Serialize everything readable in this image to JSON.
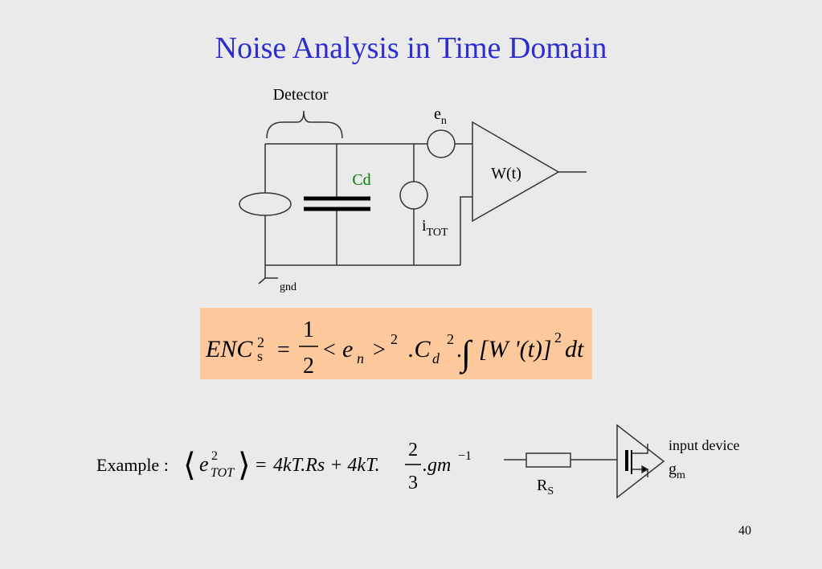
{
  "slide": {
    "title": "Noise Analysis in Time Domain",
    "page_number": "40"
  },
  "circuit": {
    "detector_label": "Detector",
    "cd_label": "Cd",
    "cd_color": "#008000",
    "en_label": "e",
    "en_sub": "n",
    "itot_label": "i",
    "itot_sub": "TOT",
    "amp_label": "W(t)",
    "gnd_label": "gnd"
  },
  "formula_enc": {
    "lhs": "ENC",
    "lhs_sup": "2",
    "lhs_sub": "s",
    "eq": "=",
    "frac_num": "1",
    "frac_den": "2",
    "bracket_open": "<",
    "en_var": "e",
    "en_sub": "n",
    "bracket_close": ">",
    "sq1": "2",
    "cd_part": ".C",
    "cd_sub": "d",
    "sq2": "2",
    "dot": ".",
    "integral": "∫",
    "w_expr": "[W '(t)]",
    "sq3": "2",
    "dt": "dt",
    "background": "#fdc99c"
  },
  "example": {
    "prefix": "Example :",
    "langle": "⟨",
    "e_var": "e",
    "e_sup": "2",
    "e_sub": "TOT",
    "rangle": "⟩",
    "eq": "=",
    "term1": "4kT.Rs + 4kT.",
    "frac_num": "2",
    "frac_den": "3",
    "term2": ".gm",
    "term2_sup": "−1"
  },
  "input_device": {
    "label": "input device",
    "gm": "g",
    "gm_sub": "m",
    "rs": "R",
    "rs_sub": "S"
  }
}
